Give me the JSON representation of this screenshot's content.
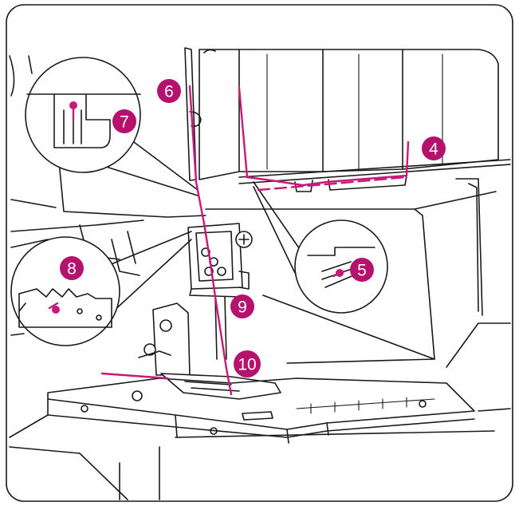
{
  "colors": {
    "accent": "#b5126e",
    "thread": "#c8197a",
    "line": "#1a1a1a",
    "background": "#ffffff"
  },
  "callouts": [
    {
      "id": "thread-guide-4",
      "label": "4"
    },
    {
      "id": "thread-guide-5",
      "label": "5"
    },
    {
      "id": "thread-guide-6",
      "label": "6"
    },
    {
      "id": "thread-guide-7",
      "label": "7"
    },
    {
      "id": "thread-guide-8",
      "label": "8"
    },
    {
      "id": "thread-guide-9",
      "label": "9"
    },
    {
      "id": "thread-guide-10",
      "label": "10"
    }
  ]
}
